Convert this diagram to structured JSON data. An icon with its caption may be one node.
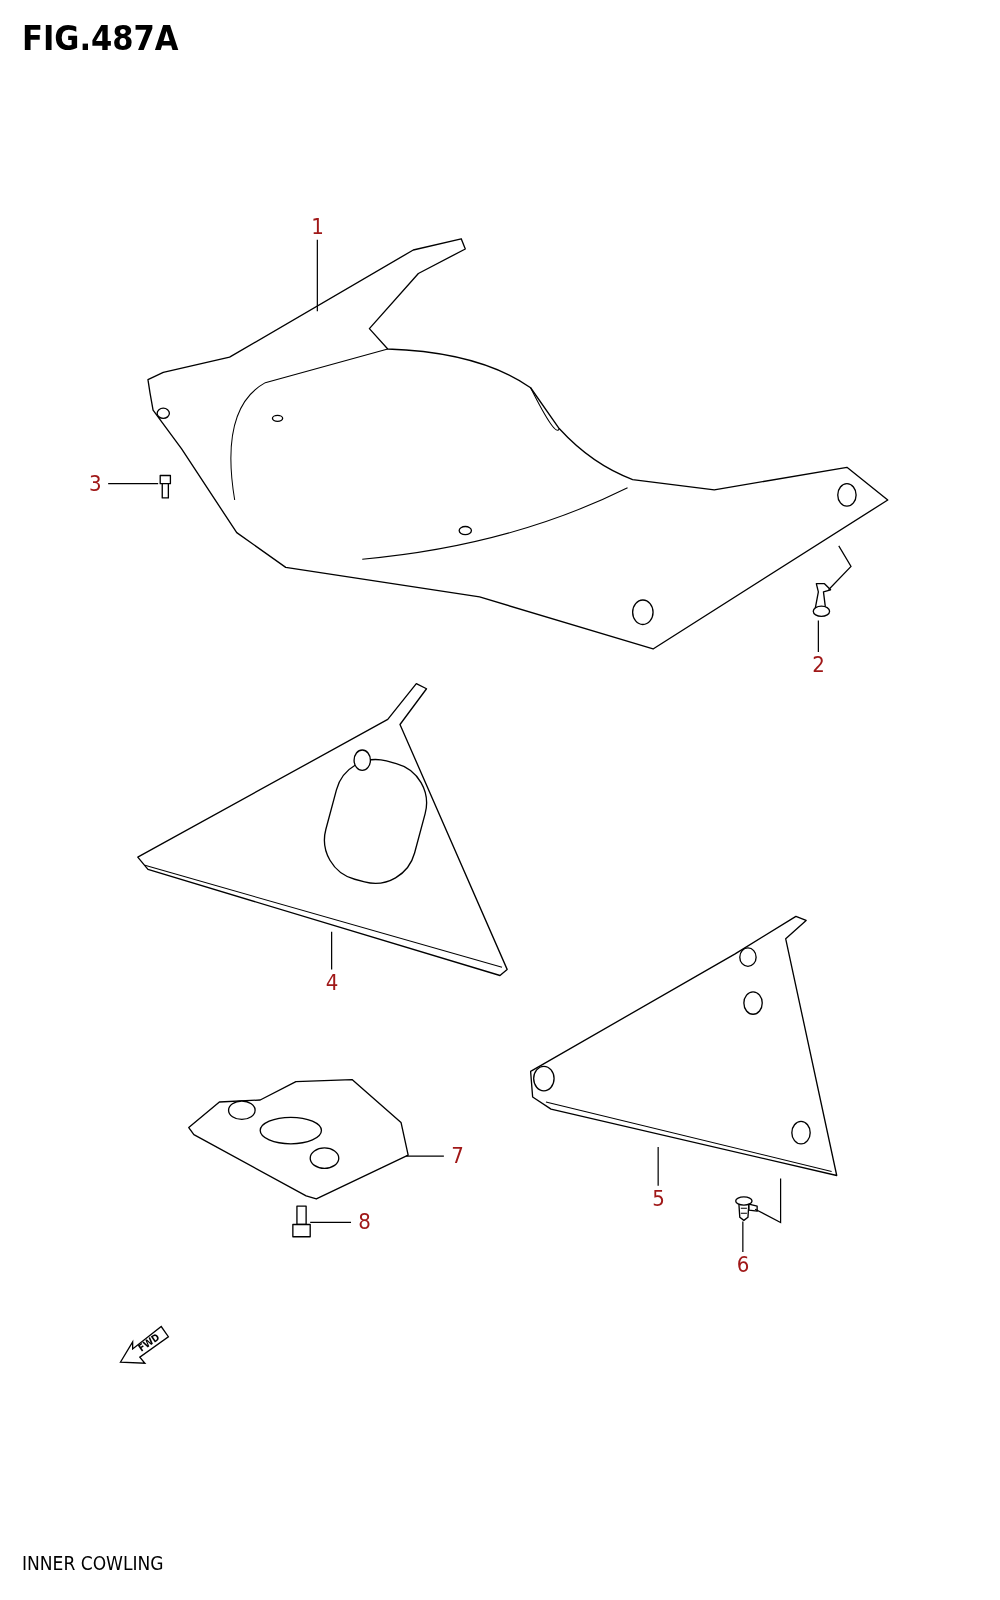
{
  "diagram": {
    "title": "FIG.487A",
    "caption": "INNER COWLING",
    "nodes": [
      {
        "text": [
          "1"
        ]
      },
      {
        "text": [],
        "shape": "picture"
      },
      {
        "text": [
          "2"
        ]
      },
      {
        "text": [],
        "shape": "picture"
      },
      {
        "text": [
          "3"
        ]
      },
      {
        "text": [],
        "shape": "picture"
      },
      {
        "text": [
          "4"
        ]
      },
      {
        "text": [],
        "shape": "picture"
      },
      {
        "text": [
          "5"
        ]
      },
      {
        "text": [],
        "shape": "picture"
      },
      {
        "text": [
          "6"
        ]
      },
      {
        "text": [],
        "shape": "picture"
      },
      {
        "text": [
          "7"
        ]
      },
      {
        "text": [],
        "shape": "picture"
      },
      {
        "text": [
          "8"
        ]
      },
      {
        "text": [],
        "shape": "picture"
      }
    ],
    "edges": [
      {
        "from": 0,
        "to": 1,
        "arrow": "none"
      },
      {
        "from": 2,
        "to": 3,
        "arrow": "none"
      },
      {
        "from": 4,
        "to": 5,
        "arrow": "none"
      },
      {
        "from": 6,
        "to": 7,
        "arrow": "none"
      },
      {
        "from": 8,
        "to": 9,
        "arrow": "none"
      },
      {
        "from": 10,
        "to": 11,
        "arrow": "none"
      },
      {
        "from": 12,
        "to": 13,
        "arrow": "none"
      },
      {
        "from": 14,
        "to": 15,
        "arrow": "none"
      }
    ],
    "labels": [
      "FWD"
    ]
  }
}
